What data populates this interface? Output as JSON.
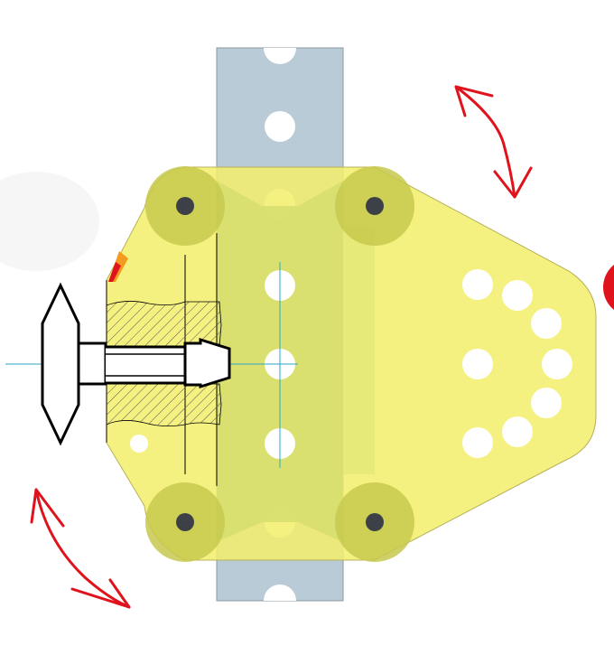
{
  "diagram": {
    "description_text": "",
    "colors": {
      "plate_fill": "#f3ef6b",
      "plate_stroke": "#b7b15a",
      "bar_fill": "#b8cbd6",
      "bar_stroke": "#8a9aa4",
      "overlap_fill": "#d8df6f",
      "bolt_ring": "#c7c94d",
      "bolt_center": "#3d4147",
      "axis_line": "#2aa6c9",
      "hatch_stroke": "#555555",
      "outline": "#000000",
      "arrow_red": "#e0121b"
    },
    "parts": {
      "plate": "triangular-mount-plate",
      "bar": "perforated-rail",
      "bolts": [
        "top-left-bolt",
        "top-right-bolt",
        "bottom-left-bolt",
        "bottom-right-bolt"
      ],
      "screw": "thumb-screw",
      "rotation_arrows": [
        "top-right-rotation-arrow",
        "bottom-left-rotation-arrow"
      ]
    }
  }
}
